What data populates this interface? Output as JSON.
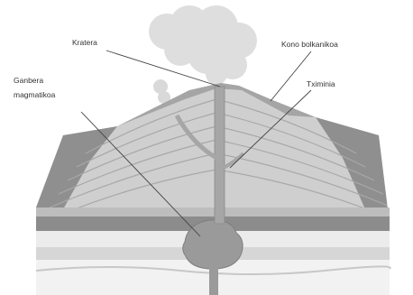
{
  "diagram": {
    "labels": {
      "crater": "Kratera",
      "cone": "Kono bolkanikoa",
      "chimney": "Tximinia",
      "magma_chamber_line1": "Ganbera",
      "magma_chamber_line2": "magmatikoa"
    }
  },
  "colors": {
    "background": "#ffffff",
    "cone_light": "#cfcfcf",
    "cone_dark": "#8f8f8f",
    "strata_lines": "#a8a8a8",
    "magma": "#9a9a9a",
    "smoke": "#d9d9d9",
    "band_dark": "#8c8c8c",
    "band_light": "#e6e6e6",
    "leader_lines": "#444444"
  }
}
